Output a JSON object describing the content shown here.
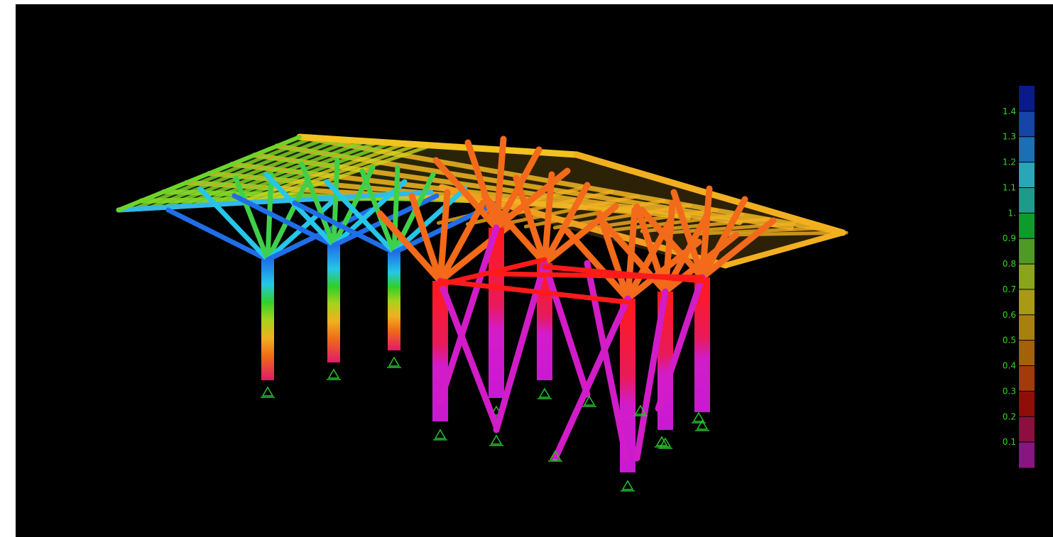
{
  "viewport": {
    "background": "#000000",
    "name": "structural-3d-view"
  },
  "legend": {
    "tick_labels": [
      "1.4",
      "1.3",
      "1.2",
      "1.1",
      "1.",
      "0.9",
      "0.8",
      "0.7",
      "0.6",
      "0.5",
      "0.4",
      "0.3",
      "0.2",
      "0.1"
    ],
    "color_bands": [
      "#0b1a8a",
      "#1545a8",
      "#1a6fb5",
      "#2aa6b8",
      "#1e9a8a",
      "#0f9a2c",
      "#4e9a22",
      "#8aa51c",
      "#a89a14",
      "#a7800f",
      "#a5600a",
      "#a33b08",
      "#8f0f08",
      "#8c0f40",
      "#8a1580"
    ],
    "label_color": "#39d12a"
  },
  "colors": {
    "roof_left": "#7fd92a",
    "roof_right": "#f0b020",
    "support_symbol": "#25c22d",
    "magenta": "#d21cc8",
    "red": "#ff1a1a",
    "orange": "#f36a1a",
    "blue": "#1f6ee8",
    "cyan": "#25c6e8"
  }
}
